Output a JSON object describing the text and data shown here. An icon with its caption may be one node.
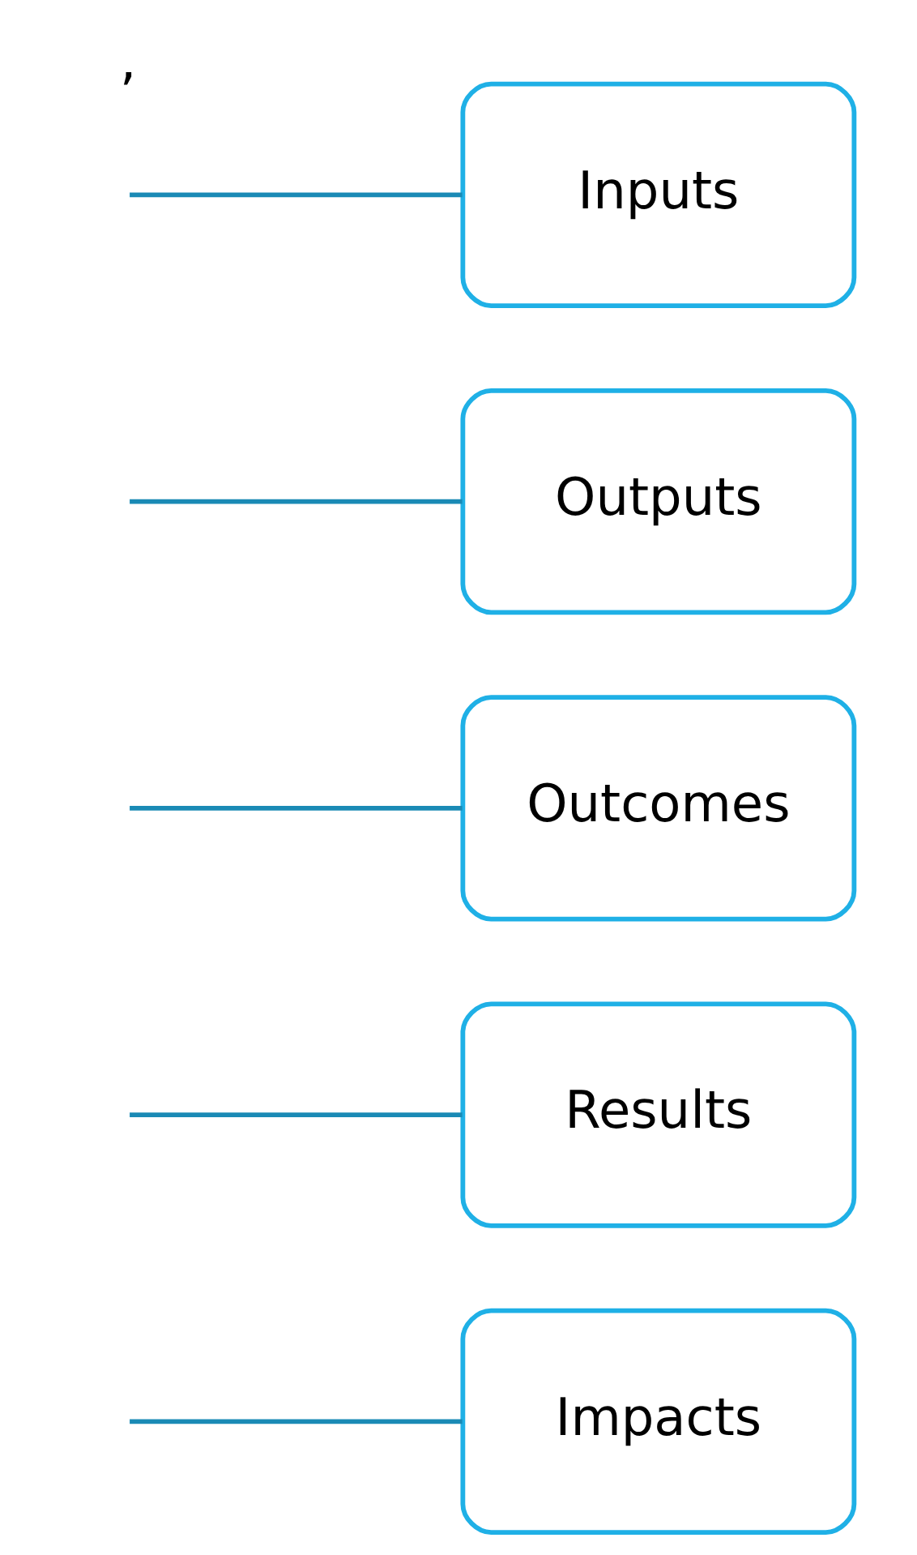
{
  "diagram": {
    "nodes": [
      {
        "text": [
          "Inputs"
        ]
      },
      {
        "text": [
          "Outputs"
        ]
      },
      {
        "text": [
          "Outcomes"
        ]
      },
      {
        "text": [
          "Results"
        ]
      },
      {
        "text": [
          "Impacts"
        ]
      }
    ],
    "edges": [
      {
        "from": null,
        "to": 0,
        "arrow": "none"
      },
      {
        "from": null,
        "to": 1,
        "arrow": "none"
      },
      {
        "from": null,
        "to": 2,
        "arrow": "none"
      },
      {
        "from": null,
        "to": 3,
        "arrow": "none"
      },
      {
        "from": null,
        "to": 4,
        "arrow": "none"
      }
    ],
    "labels": [
      ","
    ]
  }
}
